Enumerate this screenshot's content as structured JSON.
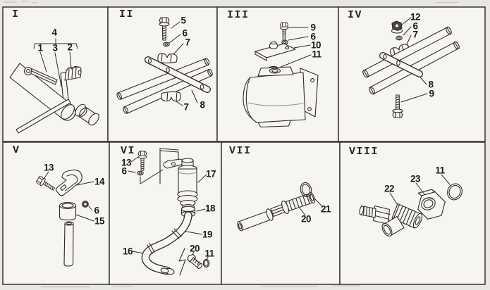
{
  "figure": {
    "kind": "scanned exploded-parts diagram, 8 numbered sections",
    "colors": {
      "background": "#e9e7e1",
      "panel_fill": "#f6f5f1",
      "line": "#2f2c27"
    }
  },
  "panels": [
    {
      "label": "I",
      "callouts": [
        {
          "n": "4"
        },
        {
          "n": "1"
        },
        {
          "n": "3"
        },
        {
          "n": "2"
        }
      ]
    },
    {
      "label": "II",
      "callouts": [
        {
          "n": "5"
        },
        {
          "n": "6"
        },
        {
          "n": "7"
        },
        {
          "n": "8"
        },
        {
          "n": "7"
        }
      ]
    },
    {
      "label": "III",
      "callouts": [
        {
          "n": "9"
        },
        {
          "n": "6"
        },
        {
          "n": "10"
        },
        {
          "n": "11"
        }
      ]
    },
    {
      "label": "IV",
      "callouts": [
        {
          "n": "12"
        },
        {
          "n": "6"
        },
        {
          "n": "7"
        },
        {
          "n": "8"
        },
        {
          "n": "9"
        }
      ]
    },
    {
      "label": "V",
      "callouts": [
        {
          "n": "13"
        },
        {
          "n": "14"
        },
        {
          "n": "6"
        },
        {
          "n": "15"
        }
      ]
    },
    {
      "label": "VI",
      "callouts": [
        {
          "n": "13"
        },
        {
          "n": "6"
        },
        {
          "n": "17"
        },
        {
          "n": "18"
        },
        {
          "n": "19"
        },
        {
          "n": "16"
        },
        {
          "n": "20"
        },
        {
          "n": "11"
        }
      ]
    },
    {
      "label": "VII",
      "callouts": [
        {
          "n": "20"
        },
        {
          "n": "21"
        }
      ]
    },
    {
      "label": "VIII",
      "callouts": [
        {
          "n": "22"
        },
        {
          "n": "23"
        },
        {
          "n": "11"
        }
      ]
    }
  ]
}
